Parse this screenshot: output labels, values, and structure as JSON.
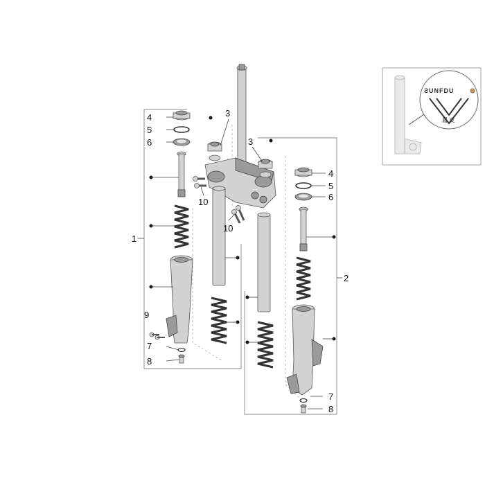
{
  "callouts": {
    "group_left": "1",
    "group_right": "2",
    "cap_left": "4",
    "ring_left": "5",
    "seal_left": "6",
    "cap_right": "4",
    "ring_right": "5",
    "seal_right": "6",
    "nut_center_left": "3",
    "nut_center_right": "3",
    "screws_upper": "10",
    "screws_lower": "10",
    "screws_left": "9",
    "washer_left": "7",
    "bolt_left": "8",
    "washer_right": "7",
    "bolt_right": "8"
  },
  "inset": {
    "logo_text": "ƧUNFDU",
    "caption_chars": "眉 支"
  }
}
